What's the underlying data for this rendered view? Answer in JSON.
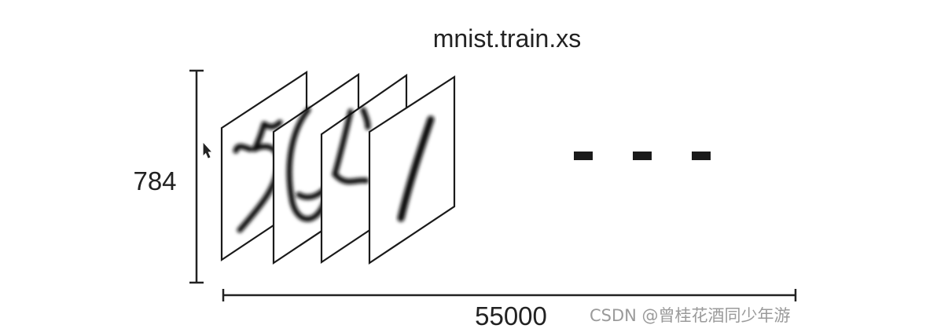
{
  "diagram": {
    "title": "mnist.train.xs",
    "vertical_label": "784",
    "horizontal_label": "55000",
    "cards": [
      {
        "digit": "5"
      },
      {
        "digit": "0"
      },
      {
        "digit": "4"
      },
      {
        "digit": "1"
      }
    ],
    "ellipsis_count": 3
  },
  "watermark": "CSDN @曾桂花酒同少年游",
  "colors": {
    "ink": "#1a1a1a",
    "stroke": "#222222",
    "watermark": "#9a9a9a",
    "background": "#ffffff"
  },
  "icons": [
    "mouse-cursor-icon"
  ]
}
